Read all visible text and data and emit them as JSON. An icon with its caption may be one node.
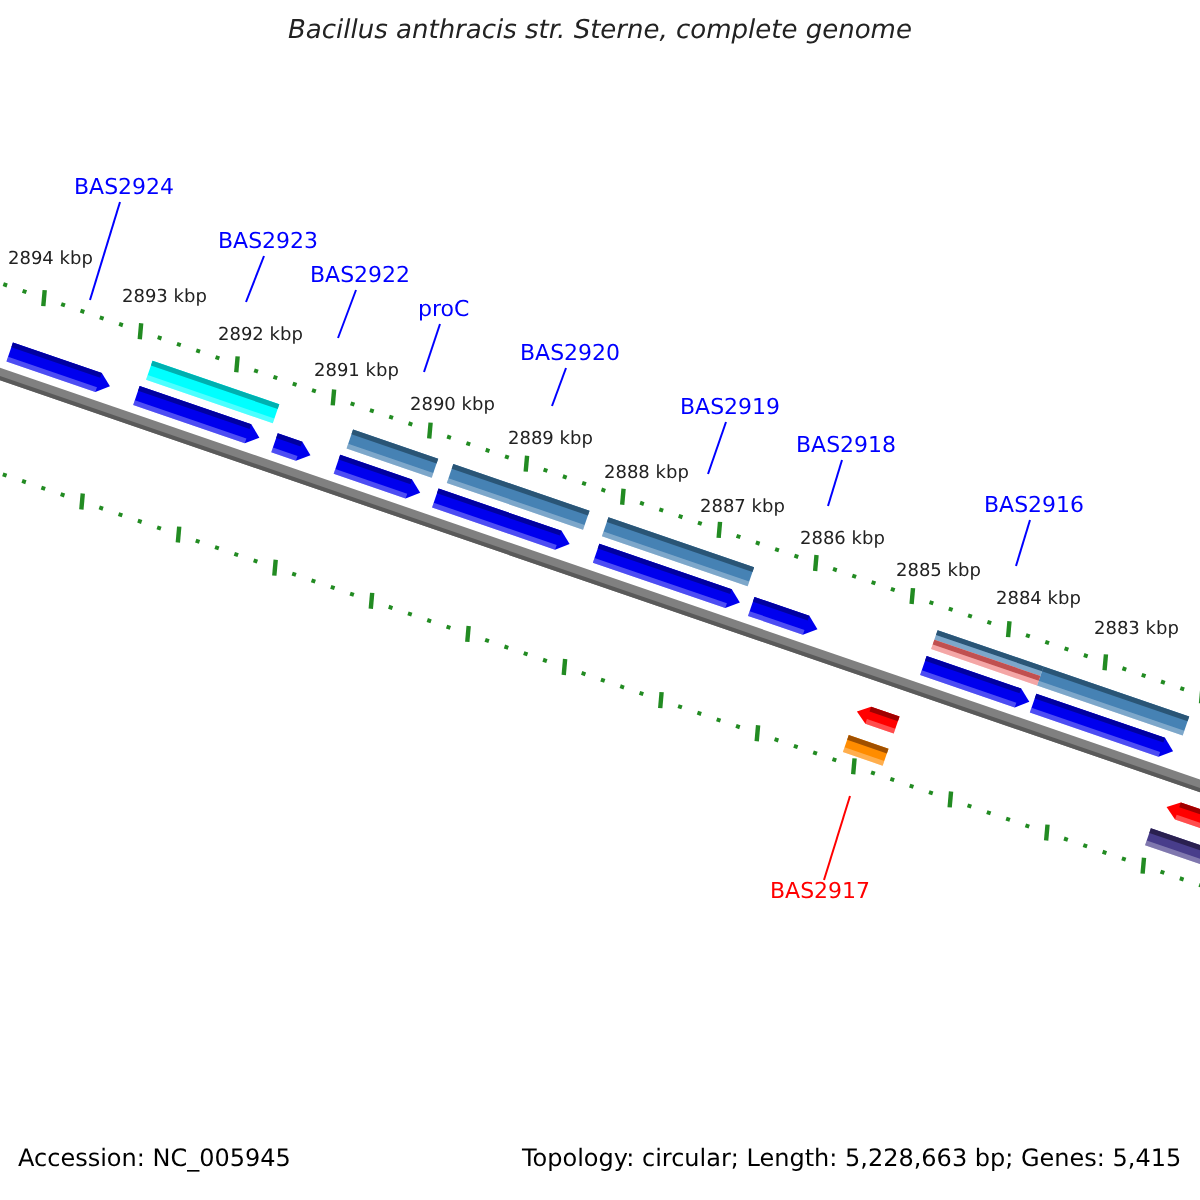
{
  "diagram": {
    "title": "Bacillus anthracis str. Sterne, complete genome",
    "nodes": [
      {
        "text": [
          "BAS2924"
        ]
      },
      {
        "text": [
          "BAS2923"
        ]
      },
      {
        "text": [
          "BAS2922"
        ]
      },
      {
        "text": [
          "proC"
        ]
      },
      {
        "text": [
          "BAS2920"
        ]
      },
      {
        "text": [
          "BAS2919"
        ]
      },
      {
        "text": [
          "BAS2918"
        ]
      },
      {
        "text": [
          "BAS2916"
        ]
      },
      {
        "text": [
          "BAS2917"
        ]
      }
    ],
    "edges": [
      {
        "from": 0,
        "to": null,
        "arrow": "none"
      },
      {
        "from": 1,
        "to": null,
        "arrow": "none"
      },
      {
        "from": 2,
        "to": null,
        "arrow": "none"
      },
      {
        "from": 3,
        "to": null,
        "arrow": "none"
      },
      {
        "from": 4,
        "to": null,
        "arrow": "none"
      },
      {
        "from": 5,
        "to": null,
        "arrow": "none"
      },
      {
        "from": 6,
        "to": null,
        "arrow": "none"
      },
      {
        "from": 7,
        "to": null,
        "arrow": "none"
      },
      {
        "from": 8,
        "to": null,
        "arrow": "none",
        "color": "#ff0000"
      }
    ],
    "labels": [
      "2894 kbp",
      "2893 kbp",
      "2892 kbp",
      "2891 kbp",
      "2890 kbp",
      "2889 kbp",
      "2888 kbp",
      "2887 kbp",
      "2886 kbp",
      "2885 kbp",
      "2884 kbp",
      "2883 kbp",
      "Accession: NC_005945",
      "Topology: circular; Length: 5,228,663 bp; Genes: 5,415"
    ]
  }
}
